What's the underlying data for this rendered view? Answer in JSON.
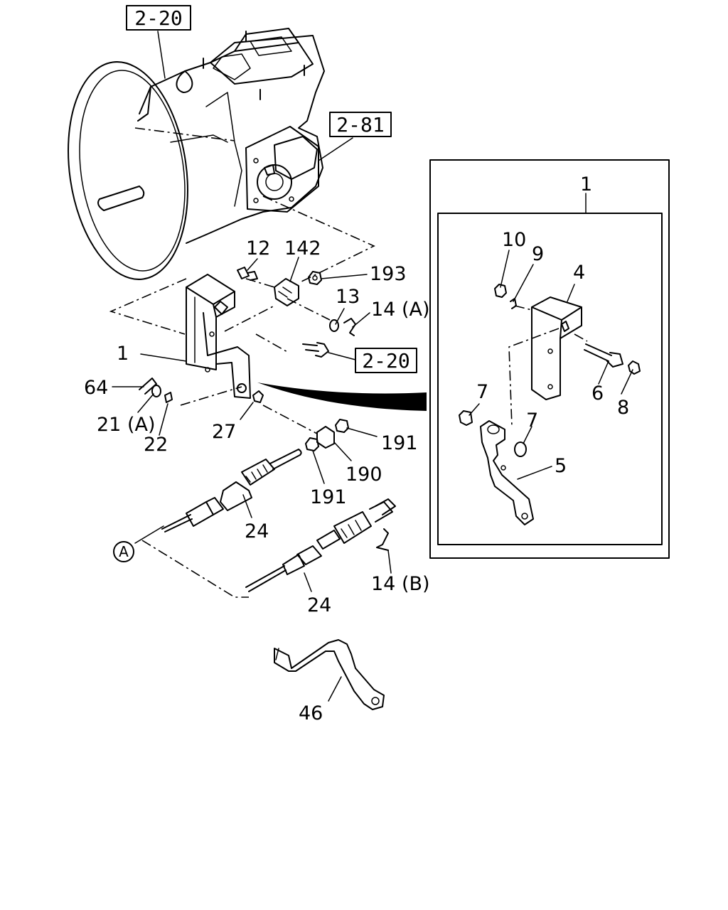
{
  "diagram": {
    "references": {
      "top_left": "2-20",
      "top_right": "2-81",
      "middle": "2-20"
    },
    "callouts": {
      "p1": "1",
      "p12": "12",
      "p142": "142",
      "p193": "193",
      "p13": "13",
      "p14a": "14 (A)",
      "p64": "64",
      "p21a": "21 (A)",
      "p22": "22",
      "p27": "27",
      "p191a": "191",
      "p190": "190",
      "p191b": "191",
      "p24a": "24",
      "p24b": "24",
      "p14b": "14 (B)",
      "p46": "46",
      "circle_a": "A"
    },
    "detail_callouts": {
      "p1": "1",
      "p10": "10",
      "p9": "9",
      "p4": "4",
      "p6": "6",
      "p8": "8",
      "p7a": "7",
      "p7b": "7",
      "p5": "5"
    }
  }
}
